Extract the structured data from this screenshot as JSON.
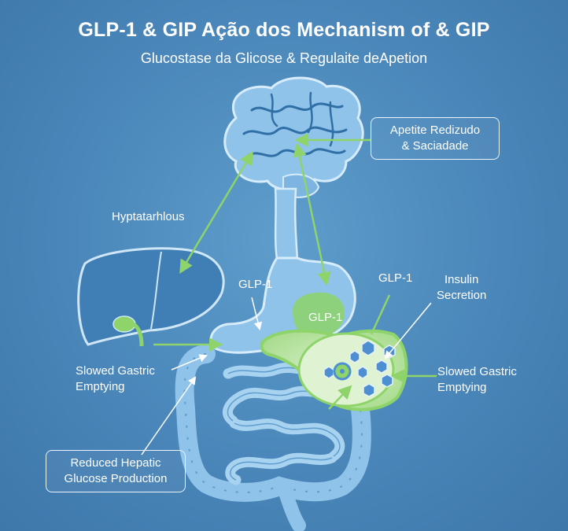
{
  "header": {
    "title": "GLP-1 & GIP Ação dos Mechanism of & GIP",
    "subtitle": "Glucostase da Glicose & Regulaite deApetion"
  },
  "labels": {
    "appetite_line1": "Apetite Redizudo",
    "appetite_line2": "& Saciadade",
    "hypothalamus": "Hyptatarhlous",
    "glp1_left": "GLP-1",
    "glp1_stomach": "GLP-1",
    "glp1_right": "GLP-1",
    "insulin_line1": "Insulin",
    "insulin_line2": "Secretion",
    "slowed_left_line1": "Slowed Gastric",
    "slowed_left_line2": "Emptying",
    "slowed_right_line1": "Slowed Gastric",
    "slowed_right_line2": "Emptying",
    "hepatic_line1": "Reduced Hepatic",
    "hepatic_line2": "Glucose Production"
  },
  "colors": {
    "background": "#4a86b9",
    "organ_fill": "#8fc3ea",
    "organ_stroke": "#cfe6f7",
    "liver_fill": "#3f7fb5",
    "accent_green": "#8ed46a",
    "hexagon": "#4d8fd0"
  }
}
